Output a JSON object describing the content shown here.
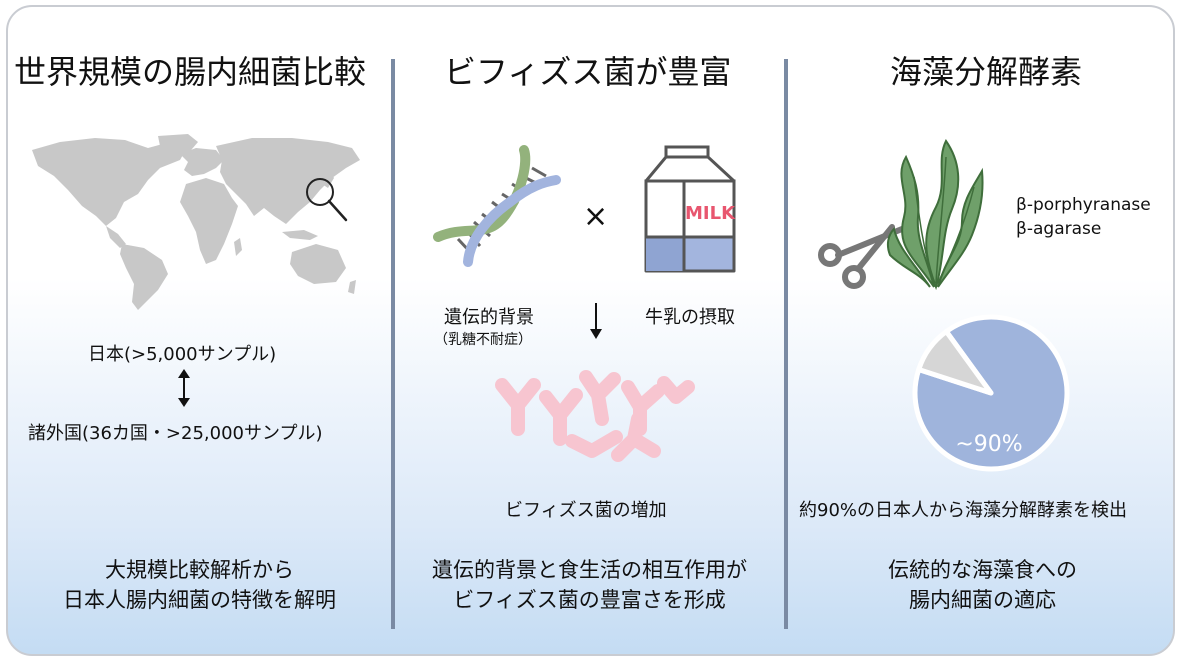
{
  "panels": [
    {
      "title": "世界規模の腸内細菌比較",
      "japan_label": "日本(>5,000サンプル)",
      "others_label": "諸外国(36カ国・>25,000サンプル)",
      "summary": [
        "大規模比較解析から",
        "日本人腸内細菌の特徴を解明"
      ]
    },
    {
      "title": "ビフィズス菌が豊富",
      "times_symbol": "×",
      "genetic_label": "遺伝的背景",
      "genetic_sub": "（乳糖不耐症）",
      "milk_label": "牛乳の摂取",
      "carton_text": "MILK",
      "bifido_label": "ビフィズス菌の増加",
      "summary": [
        "遺伝的背景と食生活の相互作用が",
        "ビフィズス菌の豊富さを形成"
      ]
    },
    {
      "title": "海藻分解酵素",
      "enzymes": [
        "β-porphyranase",
        "β-agarase"
      ],
      "pie_label": "~90%",
      "detect_label": "約90%の日本人から海藻分解酵素を検出",
      "summary": [
        "伝統的な海藻食への",
        "腸内細菌の適応"
      ]
    }
  ],
  "chart_data": {
    "type": "pie",
    "values": [
      90,
      10
    ],
    "labels": [
      "~90%",
      ""
    ],
    "colors": [
      "#9fb4dc",
      "#d6d6d6"
    ]
  },
  "colors": {
    "divider": "#7a8aa3",
    "map": "#c8c8c8",
    "dna_blue": "#a2b4de",
    "dna_green": "#93b27c",
    "milk_blue": "#a3b5de",
    "bacteria_pink": "#f7c5d0",
    "seaweed": "#6fa06a",
    "pie_blue": "#9fb4dc",
    "pie_gray": "#d6d6d6"
  }
}
